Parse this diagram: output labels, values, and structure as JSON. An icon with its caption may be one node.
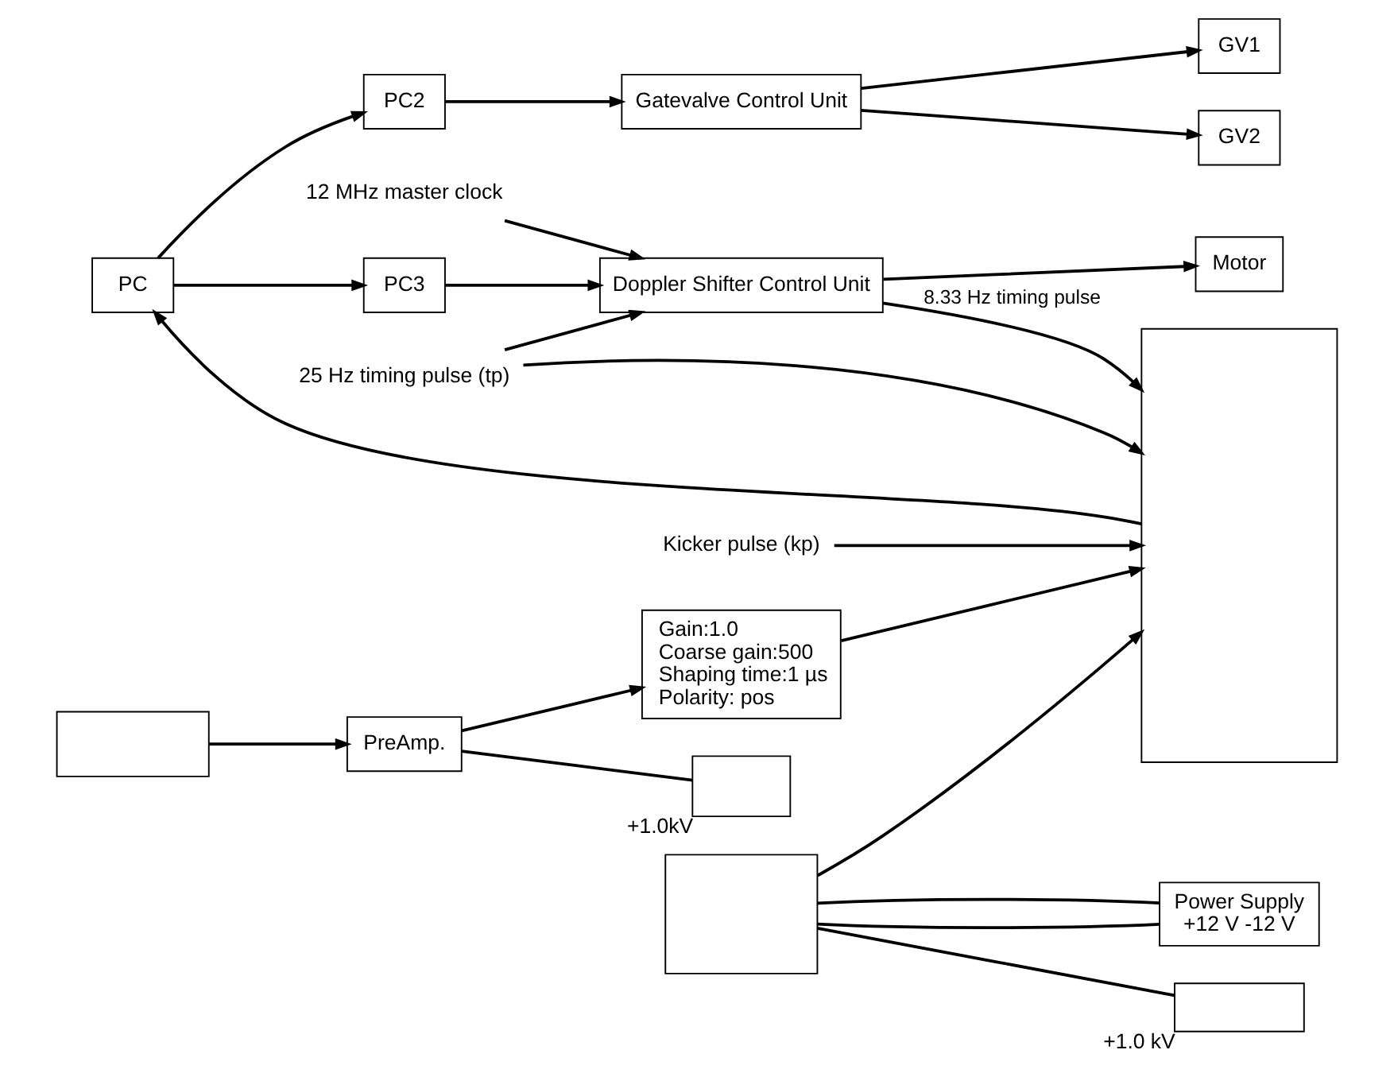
{
  "diagram": {
    "nodes": [
      {
        "text": [
          "Gatevalve Control Unit"
        ]
      },
      {
        "text": [
          "GV1"
        ]
      },
      {
        "text": [
          "Motor"
        ]
      },
      {
        "text": [
          "GV2"
        ]
      },
      {
        "text": [
          "PC2"
        ]
      },
      {
        "text": [
          "PC3"
        ]
      },
      {
        "text": [
          "12 MHz master clock"
        ]
      },
      {
        "text": [
          "Doppler Shifter Control Unit"
        ]
      },
      {
        "text": [
          "PC"
        ]
      },
      {
        "text": [
          "25 Hz timing pulse (tp)"
        ]
      },
      {
        "text": [
          "Kicker pulse (kp)"
        ]
      },
      {
        "text": [],
        "shape": "box"
      },
      {
        "text": [
          "Power Supply",
          "+12 V -12 V"
        ]
      },
      {
        "text": [],
        "shape": "box"
      },
      {
        "text": [],
        "shape": "box",
        "beside": [
          "+1.0 kV"
        ]
      },
      {
        "text": [],
        "shape": "box",
        "beside": [
          "+1.0kV"
        ]
      },
      {
        "text": [],
        "shape": "box"
      },
      {
        "text": [
          "PreAmp."
        ]
      },
      {
        "text": [
          "Gain:1.0",
          "Coarse gain:500",
          "Shaping time:1 µs",
          "Polarity: pos"
        ]
      }
    ],
    "edges": [
      {
        "from": 0,
        "to": 1,
        "arrow": "to"
      },
      {
        "from": 0,
        "to": 3,
        "arrow": "to"
      },
      {
        "from": 4,
        "to": 0,
        "arrow": "to"
      },
      {
        "from": 8,
        "to": 4,
        "arrow": "to"
      },
      {
        "from": 8,
        "to": 5,
        "arrow": "to"
      },
      {
        "from": 5,
        "to": 7,
        "arrow": "to"
      },
      {
        "from": 7,
        "to": 2,
        "arrow": "to"
      },
      {
        "from": 7,
        "to": 11,
        "arrow": "to",
        "label": "8.33 Hz timing pulse"
      },
      {
        "from": 11,
        "to": 8,
        "arrow": "to"
      },
      {
        "from": 6,
        "to": 7,
        "arrow": "to"
      },
      {
        "from": 9,
        "to": 11,
        "arrow": "to"
      },
      {
        "from": 9,
        "to": 7,
        "arrow": "to"
      },
      {
        "from": 10,
        "to": 11,
        "arrow": "to"
      },
      {
        "from": 13,
        "to": 12,
        "arrow": "none"
      },
      {
        "from": 13,
        "to": 12,
        "arrow": "none"
      },
      {
        "from": 13,
        "to": 11,
        "arrow": "to"
      },
      {
        "from": 13,
        "to": 14,
        "arrow": "none"
      },
      {
        "from": 17,
        "to": 15,
        "arrow": "none"
      },
      {
        "from": 17,
        "to": 18,
        "arrow": "to"
      },
      {
        "from": 16,
        "to": 17,
        "arrow": "to"
      },
      {
        "from": 18,
        "to": 11,
        "arrow": "to"
      }
    ]
  }
}
